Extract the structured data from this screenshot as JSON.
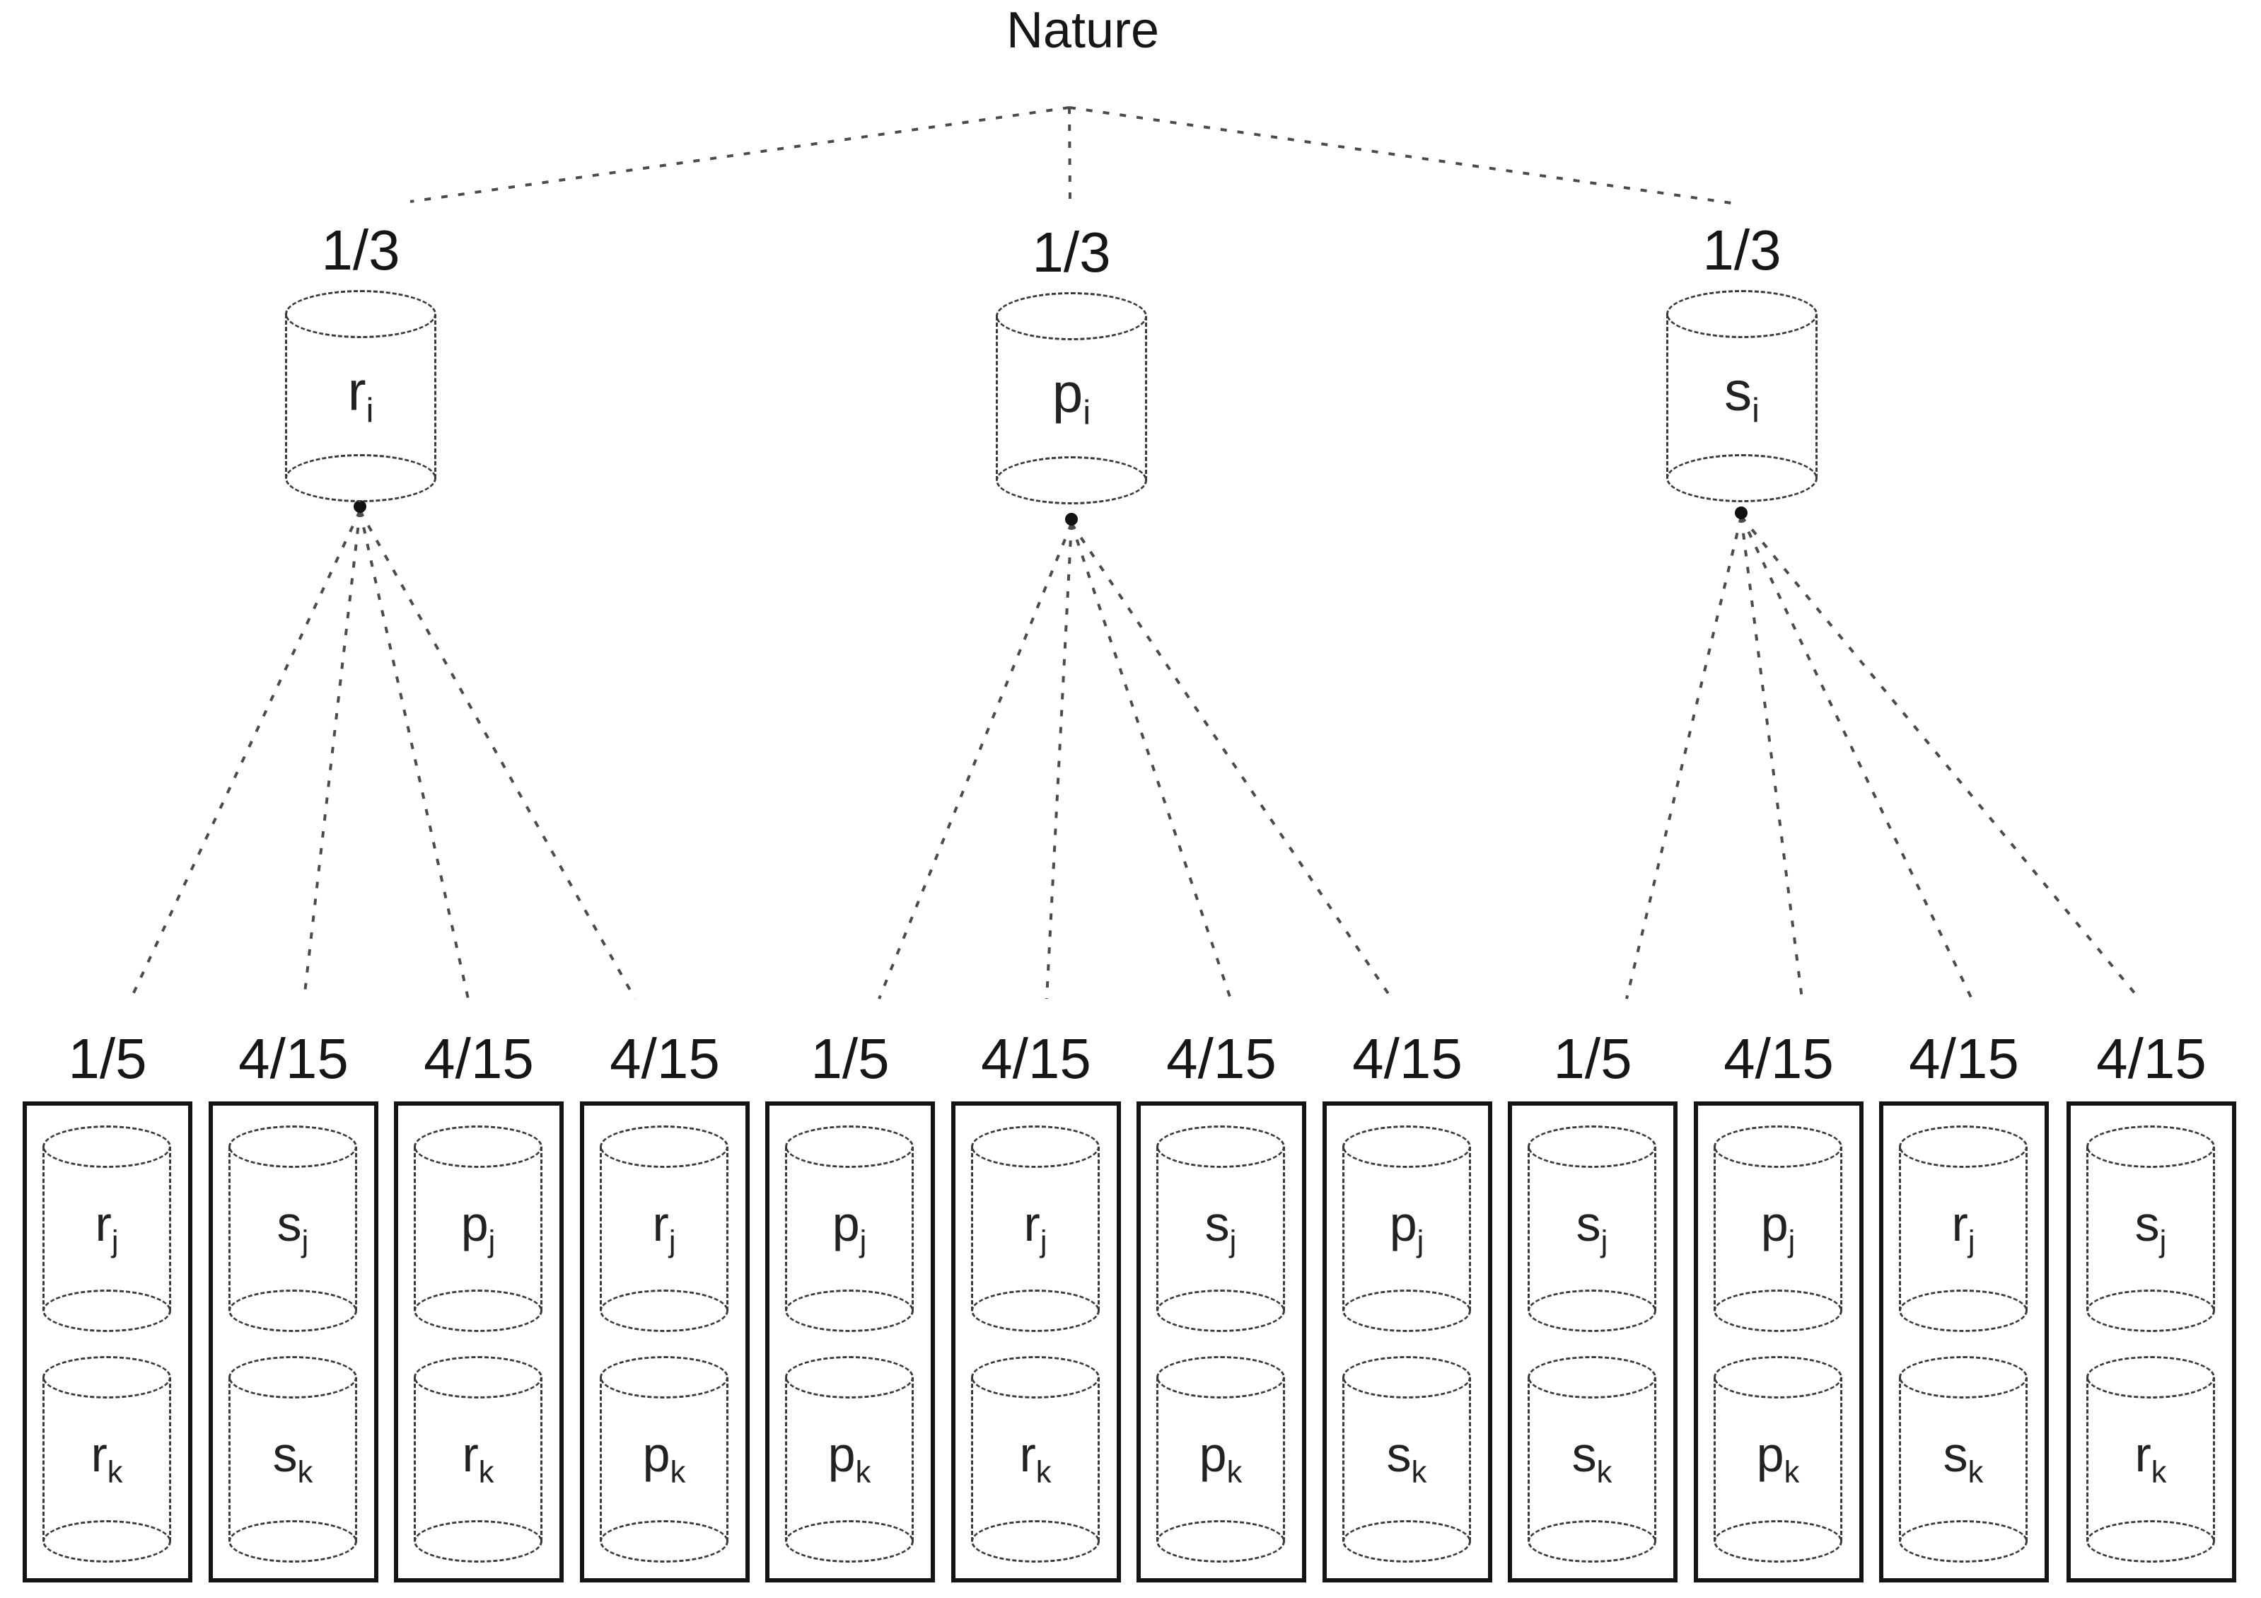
{
  "figure": {
    "root_label": "Nature",
    "top_nodes": [
      {
        "prob": "1/3",
        "base": "r",
        "sub": "i"
      },
      {
        "prob": "1/3",
        "base": "p",
        "sub": "i"
      },
      {
        "prob": "1/3",
        "base": "s",
        "sub": "i"
      }
    ],
    "outcome_boxes": [
      {
        "prob": "1/5",
        "top_base": "r",
        "top_sub": "j",
        "bottom_base": "r",
        "bottom_sub": "k"
      },
      {
        "prob": "4/15",
        "top_base": "s",
        "top_sub": "j",
        "bottom_base": "s",
        "bottom_sub": "k"
      },
      {
        "prob": "4/15",
        "top_base": "p",
        "top_sub": "j",
        "bottom_base": "r",
        "bottom_sub": "k"
      },
      {
        "prob": "4/15",
        "top_base": "r",
        "top_sub": "j",
        "bottom_base": "p",
        "bottom_sub": "k"
      },
      {
        "prob": "1/5",
        "top_base": "p",
        "top_sub": "j",
        "bottom_base": "p",
        "bottom_sub": "k"
      },
      {
        "prob": "4/15",
        "top_base": "r",
        "top_sub": "j",
        "bottom_base": "r",
        "bottom_sub": "k"
      },
      {
        "prob": "4/15",
        "top_base": "s",
        "top_sub": "j",
        "bottom_base": "p",
        "bottom_sub": "k"
      },
      {
        "prob": "4/15",
        "top_base": "p",
        "top_sub": "j",
        "bottom_base": "s",
        "bottom_sub": "k"
      },
      {
        "prob": "1/5",
        "top_base": "s",
        "top_sub": "j",
        "bottom_base": "s",
        "bottom_sub": "k"
      },
      {
        "prob": "4/15",
        "top_base": "p",
        "top_sub": "j",
        "bottom_base": "p",
        "bottom_sub": "k"
      },
      {
        "prob": "4/15",
        "top_base": "r",
        "top_sub": "j",
        "bottom_base": "s",
        "bottom_sub": "k"
      },
      {
        "prob": "4/15",
        "top_base": "s",
        "top_sub": "j",
        "bottom_base": "r",
        "bottom_sub": "k"
      }
    ]
  }
}
